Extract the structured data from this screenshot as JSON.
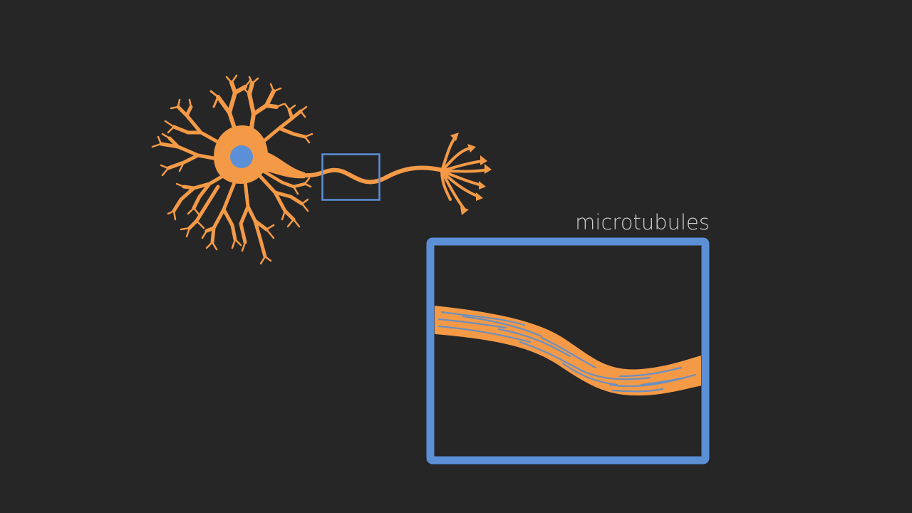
{
  "diagram": {
    "inset_label": "microtubules"
  },
  "colors": {
    "background": "#262626",
    "neuron": "#f49a47",
    "nucleus": "#5b8fd6",
    "highlight_frame": "#5b8fd6",
    "microtubule": "#6e8fbd",
    "label_text": "#cfcfcf"
  },
  "icons": {
    "neuron": "neuron-illustration",
    "nucleus": "nucleus-circle"
  }
}
